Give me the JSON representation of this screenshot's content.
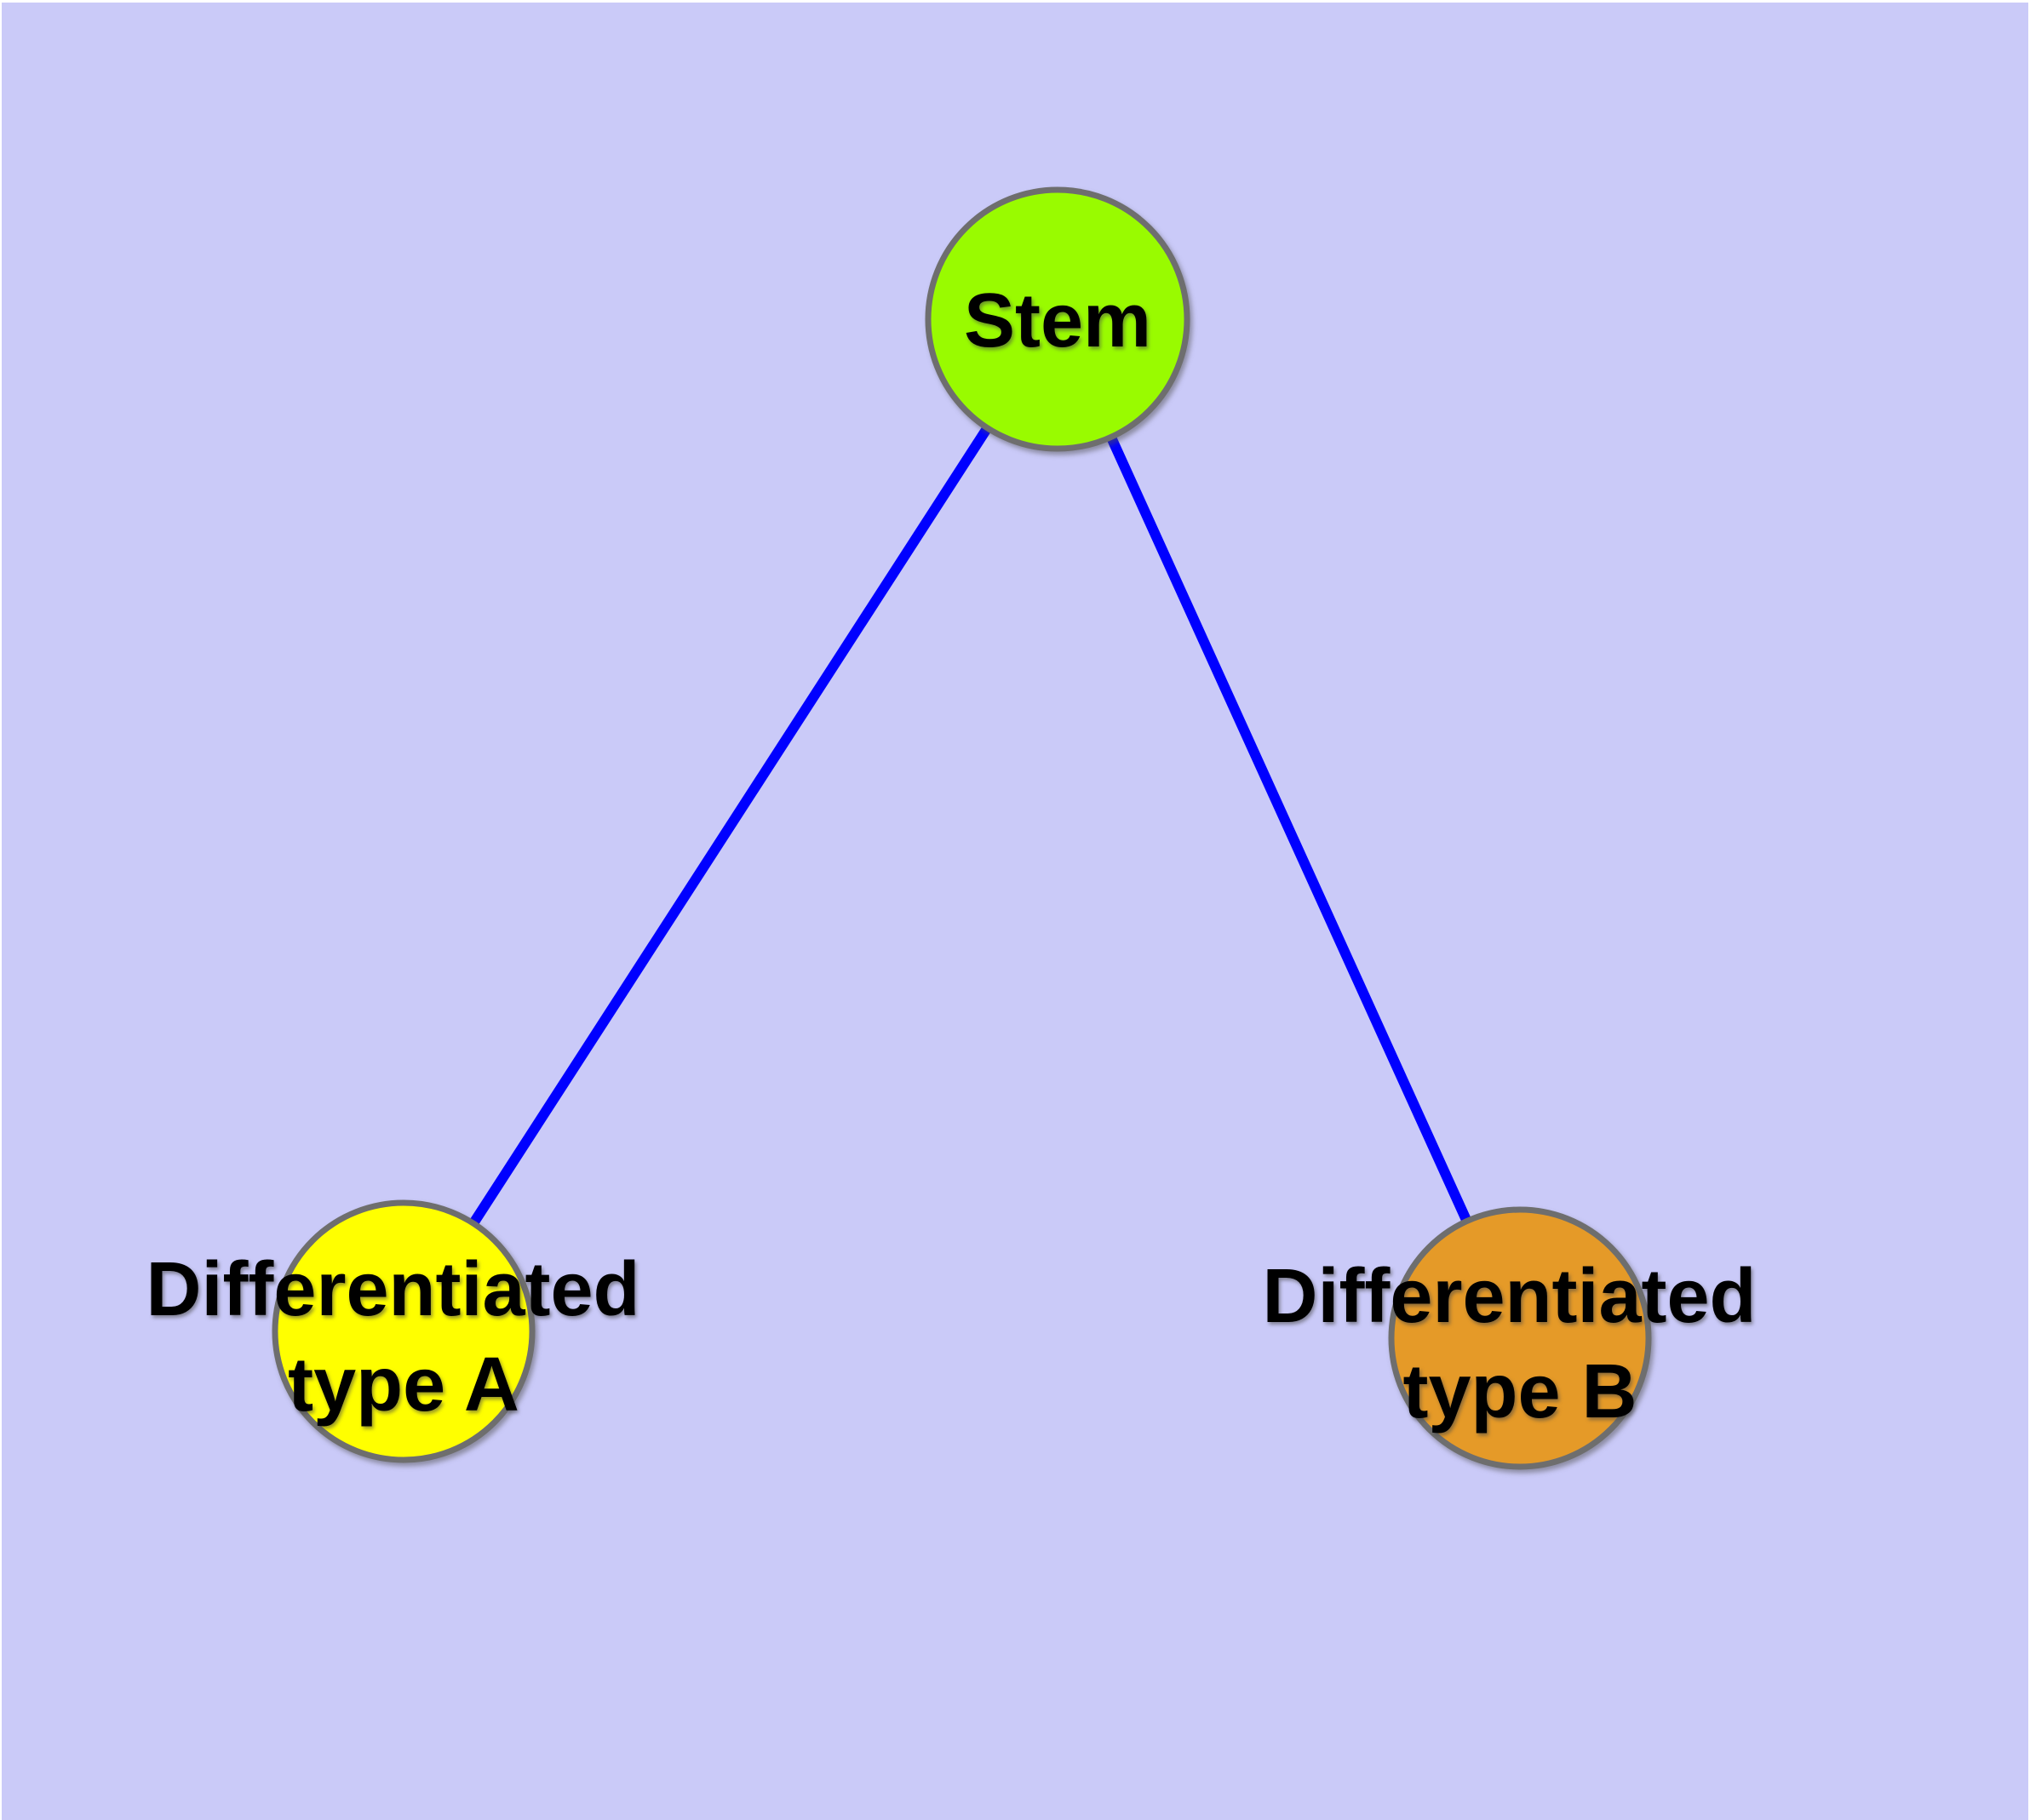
{
  "diagram": {
    "frame_color": "#FFFFFF",
    "background_color": "#CACAF8",
    "edge_color": "#0000FF",
    "edge_width": 12,
    "node_border_color": "#6E6E6E",
    "text_color": "#000000",
    "nodes": [
      {
        "id": "stem",
        "label": "Stem",
        "fill": "#99FB00"
      },
      {
        "id": "differentiated-type-a",
        "label": "Differentiated type A",
        "label_line1": "Differentiated",
        "label_line2": "type A",
        "fill": "#FFFF00"
      },
      {
        "id": "differentiated-type-b",
        "label": "Differentiated type B",
        "label_line1": "Differentiated",
        "label_line2": "type B",
        "fill": "#E59A28"
      }
    ],
    "edges": [
      {
        "from": "Stem",
        "to": "Differentiated type A"
      },
      {
        "from": "Stem",
        "to": "Differentiated type B"
      }
    ]
  }
}
